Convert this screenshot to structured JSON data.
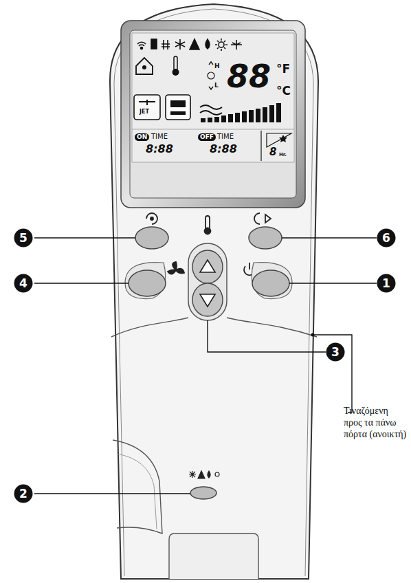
{
  "diagram": {
    "nodes": [
      {
        "text": [
          "5"
        ]
      },
      {
        "text": [
          "6"
        ]
      },
      {
        "text": [
          "4"
        ]
      },
      {
        "text": [
          "1"
        ]
      },
      {
        "text": [
          "3"
        ]
      },
      {
        "text": [
          "2"
        ]
      }
    ],
    "labels": [
      "88",
      "°F",
      "°C",
      "H",
      "L",
      "JET",
      "ON",
      "TIME",
      "OFF",
      "TIME",
      "8:88",
      "8:88",
      "8",
      "Hr.",
      "Τιναζόμενη προς τα πάνω πόρτα (ανοικτή)"
    ]
  }
}
